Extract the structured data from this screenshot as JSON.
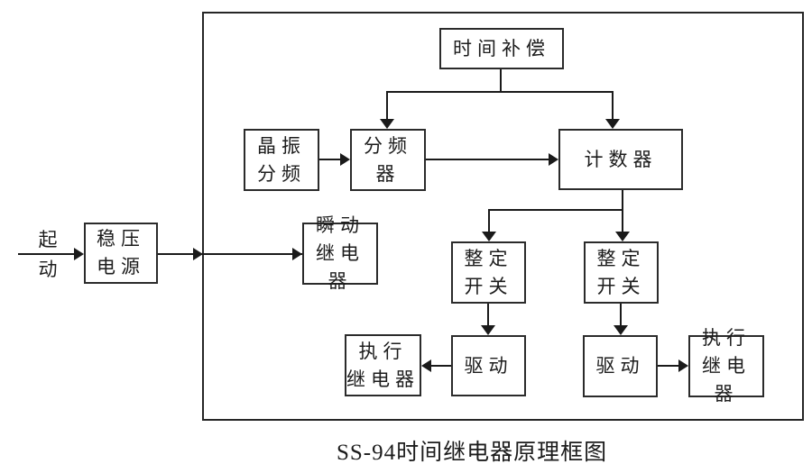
{
  "caption": "SS-94时间继电器原理框图",
  "colors": {
    "line": "#1a1a1a",
    "box_border": "#2b2b2b",
    "box_fill": "#ffffff",
    "background": "#ffffff",
    "text": "#1c1c1c"
  },
  "nodes": {
    "start_label": "起\n动",
    "regulated_power": "稳压\n电源",
    "time_compensation": "时间补偿",
    "crystal_divider": "晶振\n分频",
    "frequency_divider": "分频器",
    "counter": "计数器",
    "instant_relay": "瞬动\n继电器",
    "setting_switch_left": "整定\n开关",
    "setting_switch_right": "整定\n开关",
    "drive_left": "驱动",
    "drive_right": "驱动",
    "exec_relay_left": "执行\n继电器",
    "exec_relay_right": "执行\n继电器"
  },
  "edges": [
    {
      "from": "start",
      "to": "regulated_power"
    },
    {
      "from": "regulated_power",
      "to": "instant_relay"
    },
    {
      "from": "time_compensation",
      "to": "frequency_divider"
    },
    {
      "from": "time_compensation",
      "to": "counter"
    },
    {
      "from": "crystal_divider",
      "to": "frequency_divider"
    },
    {
      "from": "frequency_divider",
      "to": "counter"
    },
    {
      "from": "counter",
      "to": "setting_switch_left"
    },
    {
      "from": "counter",
      "to": "setting_switch_right"
    },
    {
      "from": "setting_switch_left",
      "to": "drive_left"
    },
    {
      "from": "setting_switch_right",
      "to": "drive_right"
    },
    {
      "from": "drive_left",
      "to": "exec_relay_left"
    },
    {
      "from": "drive_right",
      "to": "exec_relay_right"
    }
  ]
}
